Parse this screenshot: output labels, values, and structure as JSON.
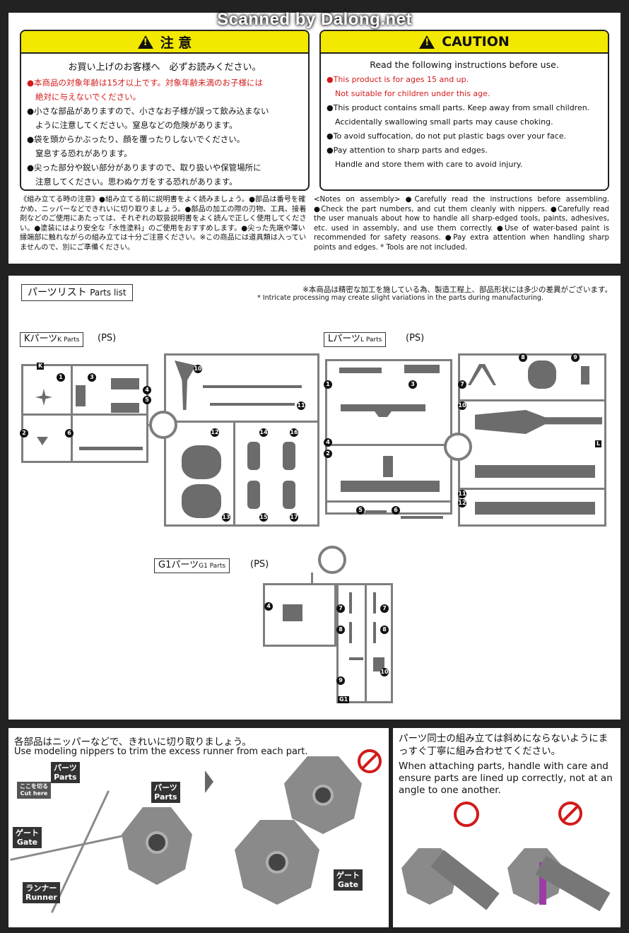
{
  "watermark": "Scanned by Dalong.net",
  "warning_jp": {
    "header": "注 意",
    "subheader": "お買い上げのお客様へ　必ずお読みください。",
    "lines": [
      "●本商品の対象年齢は15才以上です。対象年齢未満のお子様には",
      "絶対に与えないでください。",
      "●小さな部品がありますので、小さなお子様が誤って飲み込まない",
      "ように注意してください。窒息などの危険があります。",
      "●袋を頭からかぶったり、顔を覆ったりしないでください。",
      "窒息する恐れがあります。",
      "●尖った部分や鋭い部分がありますので、取り扱いや保管場所に",
      "注意してください。思わぬケガをする恐れがあります。"
    ]
  },
  "warning_en": {
    "header": "CAUTION",
    "subheader": "Read the following instructions before use.",
    "lines": [
      "●This product is for ages 15 and up.",
      "Not suitable for children under this age.",
      "●This product contains small parts. Keep away from small children.",
      "Accidentally swallowing small parts may cause choking.",
      "●To avoid suffocation, do not put plastic bags over your face.",
      "●Pay attention to sharp parts and edges.",
      "Handle and store them with care to avoid injury."
    ]
  },
  "notes_jp": "《組み立てる時の注意》●組み立てる前に説明書をよく読みましょう。●部品は番号を確かめ、ニッパーなどできれいに切り取りましょう。●部品の加工の際の刃物、工具、接着剤などのご使用にあたっては、それぞれの取扱説明書をよく読んで正しく使用してください。●塗装にはより安全な「水性塗料」のご使用をおすすめします。●尖った先端や薄い縁端部に触れながらの組み立ては十分ご注意ください。※この商品には道具類は入っていませんので、別にご準備ください。",
  "notes_en": "<Notes on assembly> ●Carefully read the instructions before assembling. ●Check the part numbers, and cut them cleanly with nippers. ●Carefully read the user manuals about how to handle all sharp-edged tools, paints, adhesives, etc. used in assembly, and use them correctly. ●Use of water-based paint is recommended for safety reasons. ●Pay extra attention when handling sharp points and edges. * Tools are not included.",
  "parts_list": {
    "title_jp": "パーツリスト",
    "title_en": "Parts list",
    "note_jp": "※本商品は精密な加工を施している為、製造工程上、部品形状には多少の差異がございます。",
    "note_en": "* Intricate processing may create slight variations in the parts during manufacturing.",
    "runners": [
      {
        "name_jp": "Kパーツ",
        "name_en": "K Parts",
        "material": "(PS)",
        "letter": "K"
      },
      {
        "name_jp": "Lパーツ",
        "name_en": "L Parts",
        "material": "(PS)",
        "letter": "L"
      },
      {
        "name_jp": "G1パーツ",
        "name_en": "G1 Parts",
        "material": "(PS)",
        "letter": "G1"
      }
    ],
    "k_numbers": [
      "1",
      "2",
      "3",
      "4",
      "5",
      "6",
      "10",
      "11",
      "12",
      "13",
      "14",
      "15",
      "16",
      "17"
    ],
    "l_numbers": [
      "1",
      "2",
      "3",
      "4",
      "5",
      "6",
      "7",
      "8",
      "9",
      "10",
      "11",
      "12"
    ],
    "g1_numbers": [
      "4",
      "7",
      "8",
      "7",
      "8",
      "9",
      "10"
    ]
  },
  "cut_section": {
    "title_jp": "各部品はニッパーなどで、きれいに切り取りましょう。",
    "title_en": "Use modeling nippers to trim the excess runner from each part.",
    "label_parts_jp": "パーツ",
    "label_parts_en": "Parts",
    "label_cut_jp": "ここを切る",
    "label_cut_en": "Cut here",
    "label_gate_jp": "ゲート",
    "label_gate_en": "Gate",
    "label_runner_jp": "ランナー",
    "label_runner_en": "Runner"
  },
  "attach_section": {
    "title_jp": "パーツ同士の組み立ては斜めにならないようにまっすぐ丁寧に組み合わせてください。",
    "title_en": "When attaching parts, handle with care and ensure parts are lined up correctly, not at an angle to one another."
  }
}
